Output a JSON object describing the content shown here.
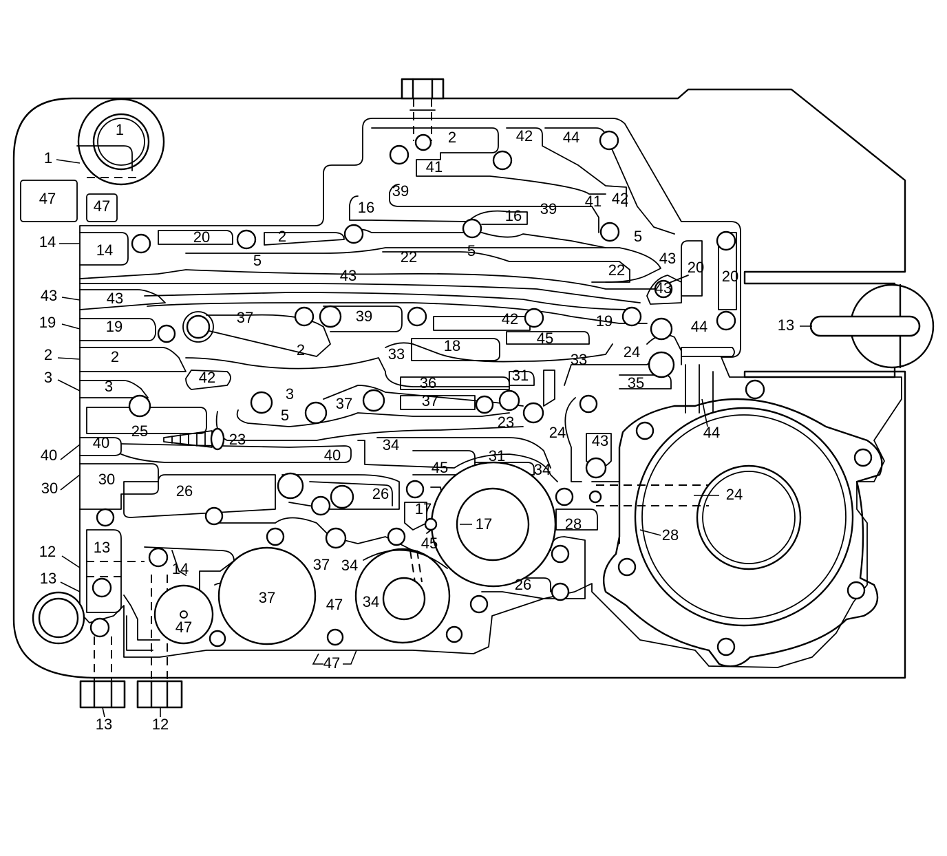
{
  "labels": [
    {
      "id": "callout-1-top",
      "text": "1"
    },
    {
      "id": "callout-1-left",
      "text": "1"
    },
    {
      "id": "callout-47-box-left",
      "text": "47"
    },
    {
      "id": "callout-47-box-right",
      "text": "47"
    },
    {
      "id": "callout-2-top",
      "text": "2"
    },
    {
      "id": "callout-42-top",
      "text": "42"
    },
    {
      "id": "callout-44-top",
      "text": "44"
    },
    {
      "id": "callout-41-top",
      "text": "41"
    },
    {
      "id": "callout-39-top",
      "text": "39"
    },
    {
      "id": "callout-16-left",
      "text": "16"
    },
    {
      "id": "callout-16-mid",
      "text": "16"
    },
    {
      "id": "callout-39-mid",
      "text": "39"
    },
    {
      "id": "callout-41-right",
      "text": "41"
    },
    {
      "id": "callout-42-right",
      "text": "42"
    },
    {
      "id": "callout-5-right",
      "text": "5"
    },
    {
      "id": "callout-14-left",
      "text": "14"
    },
    {
      "id": "callout-14-box",
      "text": "14"
    },
    {
      "id": "callout-20-a",
      "text": "20"
    },
    {
      "id": "callout-2-a",
      "text": "2"
    },
    {
      "id": "callout-5-a",
      "text": "5"
    },
    {
      "id": "callout-5-b",
      "text": "5"
    },
    {
      "id": "callout-22-a",
      "text": "22"
    },
    {
      "id": "callout-22-b",
      "text": "22"
    },
    {
      "id": "callout-43-a",
      "text": "43"
    },
    {
      "id": "callout-20-b",
      "text": "20"
    },
    {
      "id": "callout-20-c",
      "text": "20"
    },
    {
      "id": "callout-43-b",
      "text": "43"
    },
    {
      "id": "callout-43-left",
      "text": "43"
    },
    {
      "id": "callout-43-box",
      "text": "43"
    },
    {
      "id": "callout-43-c",
      "text": "43"
    },
    {
      "id": "callout-19-left",
      "text": "19"
    },
    {
      "id": "callout-19-box",
      "text": "19"
    },
    {
      "id": "callout-37-a",
      "text": "37"
    },
    {
      "id": "callout-39-b",
      "text": "39"
    },
    {
      "id": "callout-42-b",
      "text": "42"
    },
    {
      "id": "callout-19-b",
      "text": "19"
    },
    {
      "id": "callout-44-b",
      "text": "44"
    },
    {
      "id": "callout-13-right",
      "text": "13"
    },
    {
      "id": "callout-2-left",
      "text": "2"
    },
    {
      "id": "callout-2-box",
      "text": "2"
    },
    {
      "id": "callout-2-b",
      "text": "2"
    },
    {
      "id": "callout-45-a",
      "text": "45"
    },
    {
      "id": "callout-18",
      "text": "18"
    },
    {
      "id": "callout-33-a",
      "text": "33"
    },
    {
      "id": "callout-33-b",
      "text": "33"
    },
    {
      "id": "callout-24-a",
      "text": "24"
    },
    {
      "id": "callout-3-left",
      "text": "3"
    },
    {
      "id": "callout-3-box",
      "text": "3"
    },
    {
      "id": "callout-42-c",
      "text": "42"
    },
    {
      "id": "callout-36",
      "text": "36"
    },
    {
      "id": "callout-31-a",
      "text": "31"
    },
    {
      "id": "callout-35",
      "text": "35"
    },
    {
      "id": "callout-3-b",
      "text": "3"
    },
    {
      "id": "callout-37-b",
      "text": "37"
    },
    {
      "id": "callout-37-c",
      "text": "37"
    },
    {
      "id": "callout-5-c",
      "text": "5"
    },
    {
      "id": "callout-23-a",
      "text": "23"
    },
    {
      "id": "callout-25",
      "text": "25"
    },
    {
      "id": "callout-23-b",
      "text": "23"
    },
    {
      "id": "callout-24-b",
      "text": "24"
    },
    {
      "id": "callout-43-d",
      "text": "43"
    },
    {
      "id": "callout-44-c",
      "text": "44"
    },
    {
      "id": "callout-40-left",
      "text": "40"
    },
    {
      "id": "callout-40-box",
      "text": "40"
    },
    {
      "id": "callout-34-a",
      "text": "34"
    },
    {
      "id": "callout-31-b",
      "text": "31"
    },
    {
      "id": "callout-40-b",
      "text": "40"
    },
    {
      "id": "callout-45-b",
      "text": "45"
    },
    {
      "id": "callout-34-b",
      "text": "34"
    },
    {
      "id": "callout-30-left",
      "text": "30"
    },
    {
      "id": "callout-30-box",
      "text": "30"
    },
    {
      "id": "callout-26-a",
      "text": "26"
    },
    {
      "id": "callout-26-b",
      "text": "26"
    },
    {
      "id": "callout-24-c",
      "text": "24"
    },
    {
      "id": "callout-17-a",
      "text": "17"
    },
    {
      "id": "callout-17-b",
      "text": "17"
    },
    {
      "id": "callout-28-a",
      "text": "28"
    },
    {
      "id": "callout-28-b",
      "text": "28"
    },
    {
      "id": "callout-12-left",
      "text": "12"
    },
    {
      "id": "callout-13-box",
      "text": "13"
    },
    {
      "id": "callout-14-b",
      "text": "14"
    },
    {
      "id": "callout-37-d",
      "text": "37"
    },
    {
      "id": "callout-34-c",
      "text": "34"
    },
    {
      "id": "callout-45-c",
      "text": "45"
    },
    {
      "id": "callout-13-left",
      "text": "13"
    },
    {
      "id": "callout-37-e",
      "text": "37"
    },
    {
      "id": "callout-47-a",
      "text": "47"
    },
    {
      "id": "callout-34-d",
      "text": "34"
    },
    {
      "id": "callout-26-c",
      "text": "26"
    },
    {
      "id": "callout-47-b",
      "text": "47"
    },
    {
      "id": "callout-47-c",
      "text": "47"
    },
    {
      "id": "callout-13-bottom",
      "text": "13"
    },
    {
      "id": "callout-12-bottom",
      "text": "12"
    }
  ]
}
